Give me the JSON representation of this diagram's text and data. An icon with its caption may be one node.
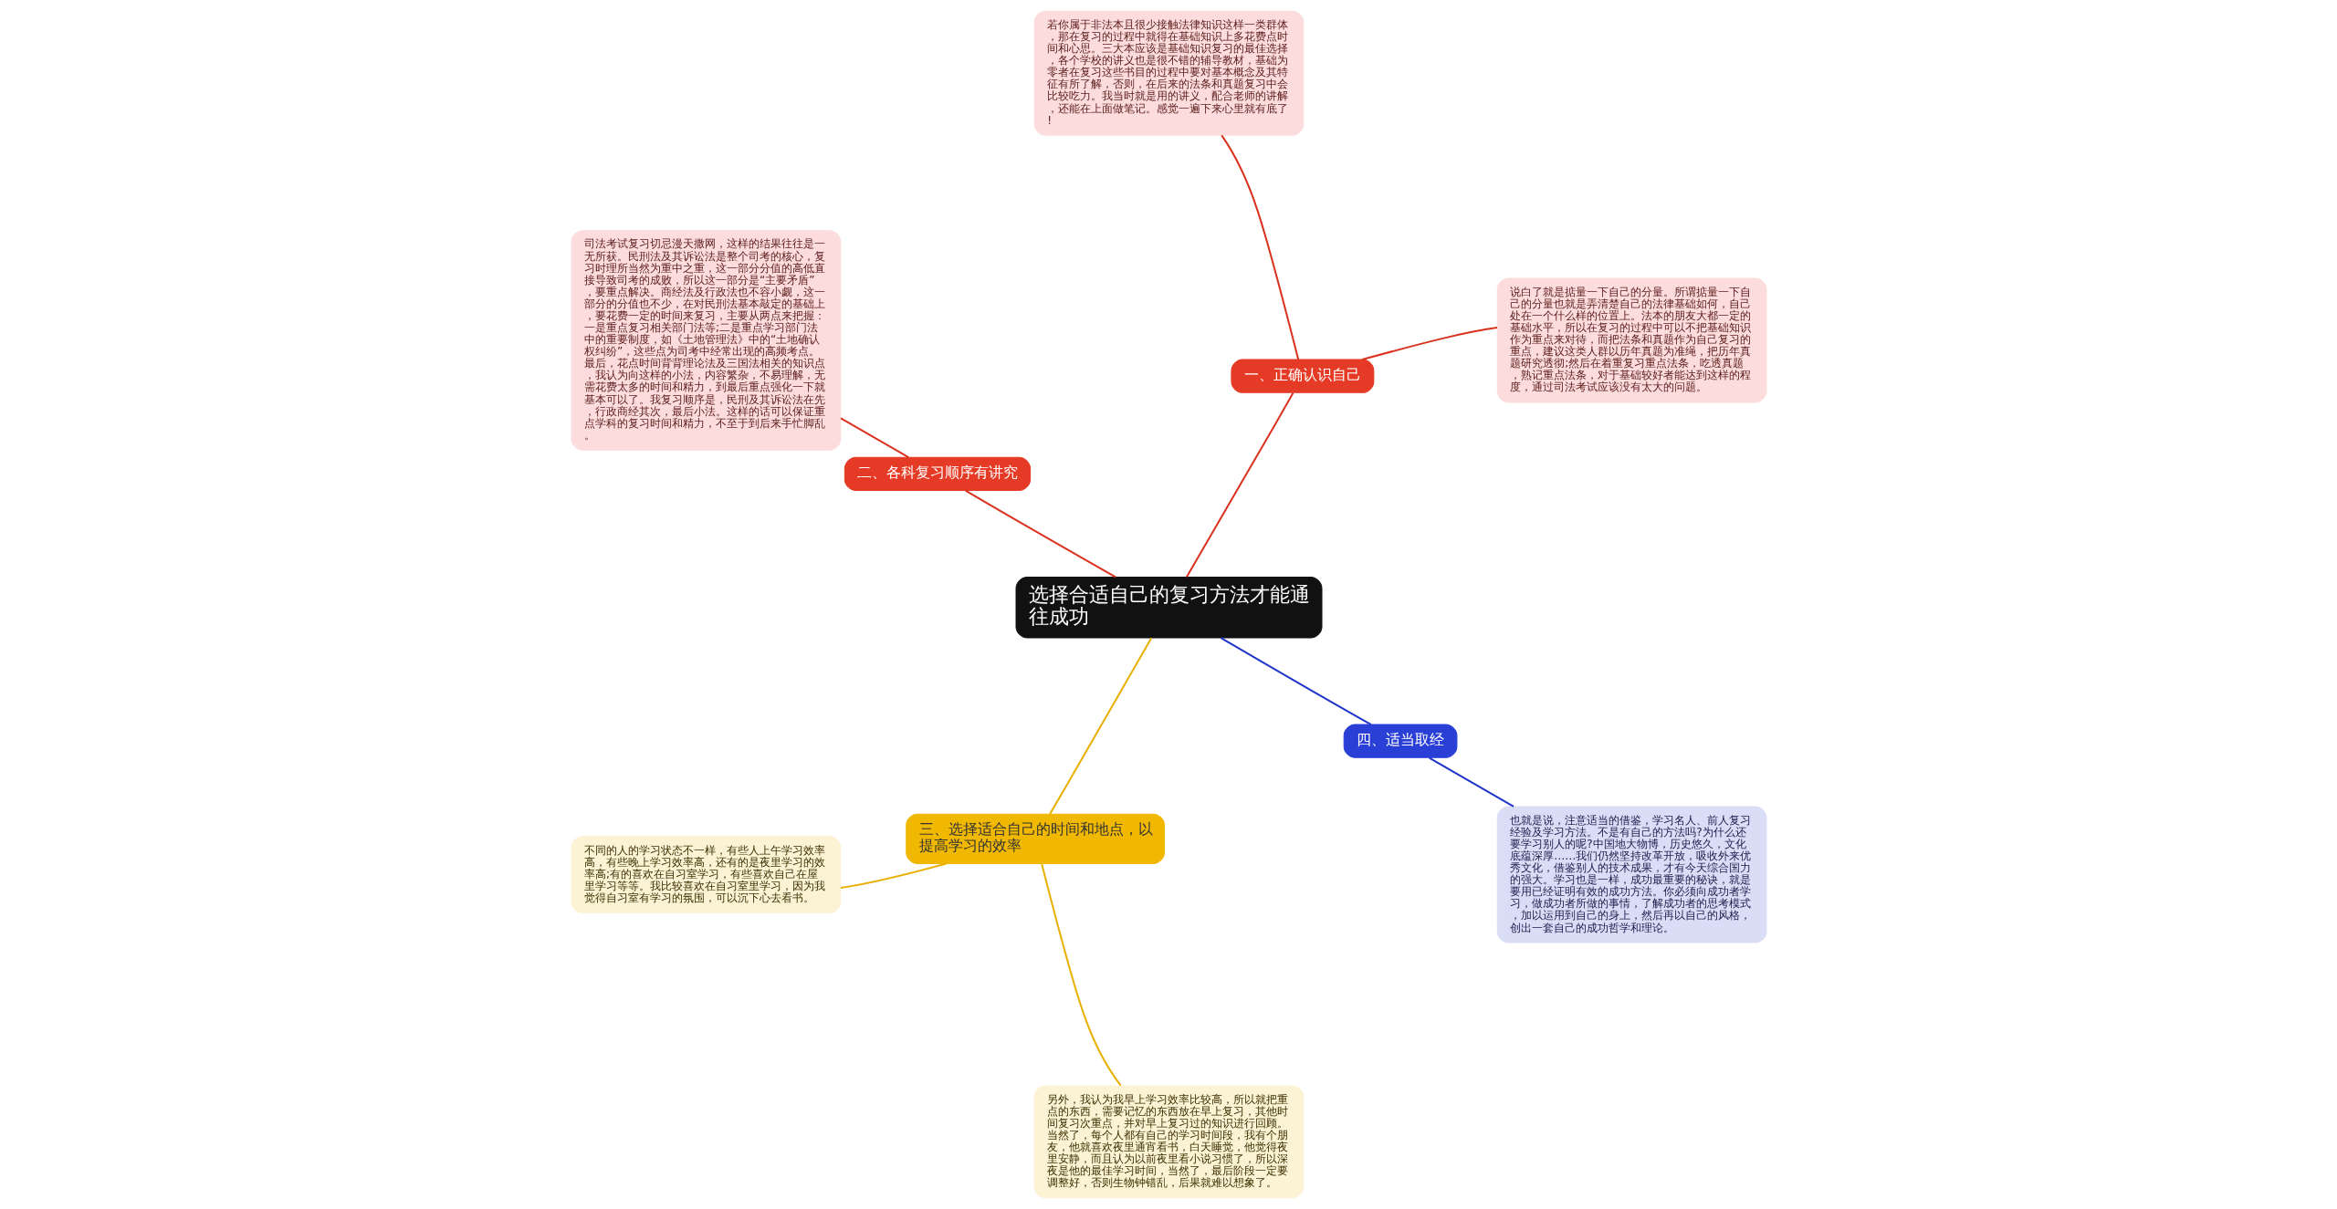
{
  "diagram": {
    "nodes": [
      {
        "text": [
          "选择合适自己的复习方法才能通往成功"
        ]
      },
      {
        "text": [
          "一、正确认识自己"
        ]
      },
      {
        "text": [
          "说白了就是掂量一下自己的分量。所谓掂量一下自己的分量也就是弄清楚自己的法律基础如何，自己处在一个什么样的位置上。法本的朋友大都一定的基础水平，所以在复习的过程中可以不把基础知识作为重点来对待，而把法条和真题作为自己复习的重点，建议这类人群以历年真题为准绳，把历年真题研究透彻;然后在着重复习重点法条，吃透真题，熟记重点法条，对于基础较好者能达到这样的程度，通过司法考试应该没有太大的问题。"
        ]
      },
      {
        "text": [
          "若你属于非法本且很少接触法律知识这样一类群体，那在复习的过程中就得在基础知识上多花费点时间和心思。三大本应该是基础知识复习的最佳选择，各个学校的讲义也是很不错的辅导教材，基础为零者在复习这些书目的过程中要对基本概念及其特征有所了解，否则，在后来的法条和真题复习中会比较吃力。我当时就是用的讲义，配合老师的讲解，还能在上面做笔记。感觉一遍下来心里就有底了!"
        ]
      },
      {
        "text": [
          "二、各科复习顺序有讲究"
        ]
      },
      {
        "text": [
          "司法考试复习切忌漫天撒网，这样的结果往往是一无所获。民刑法及其诉讼法是整个司考的核心，复习时理所当然为重中之重，这一部分分值的高低直接导致司考的成败，所以这一部分是“主要矛盾”，要重点解决。商经法及行政法也不容小觑，这一部分的分值也不少，在对民刑法基本敲定的基础上，要花费一定的时间来复习，主要从两点来把握：一是重点复习相关部门法等;二是重点学习部门法中的重要制度，如《土地管理法》中的“土地确认权纠纷”，这些点为司考中经常出现的高频考点。最后，花点时间背背理论法及三国法相关的知识点，我认为向这样的小法，内容繁杂，不易理解，无需花费太多的时间和精力，到最后重点强化一下就基本可以了。我复习顺序是，民刑及其诉讼法在先，行政商经其次，最后小法。这样的话可以保证重点学科的复习时间和精力，不至于到后来手忙脚乱。"
        ]
      },
      {
        "text": [
          "三、选择适合自己的时间和地点，以提高学习的效率"
        ]
      },
      {
        "text": [
          "不同的人的学习状态不一样，有些人上午学习效率高，有些晚上学习效率高，还有的是夜里学习的效率高;有的喜欢在自习室学习，有些喜欢自己在屋里学习等等。我比较喜欢在自习室里学习，因为我觉得自习室有学习的氛围，可以沉下心去看书。"
        ]
      },
      {
        "text": [
          "另外，我认为我早上学习效率比较高，所以就把重点的东西，需要记忆的东西放在早上复习，其他时间复习次重点，并对早上复习过的知识进行回顾。当然了，每个人都有自己的学习时间段，我有个朋友，他就喜欢夜里通宵看书，白天睡觉，他觉得夜里安静，而且认为以前夜里看小说习惯了，所以深夜是他的最佳学习时间，当然了，最后阶段一定要调整好，否则生物钟错乱，后果就难以想象了。"
        ]
      },
      {
        "text": [
          "四、适当取经"
        ]
      },
      {
        "text": [
          "也就是说，注意适当的借鉴，学习名人、前人复习经验及学习方法。不是有自己的方法吗?为什么还要学习别人的呢?中国地大物博，历史悠久，文化底蕴深厚……我们仍然坚持改革开放，吸收外来优秀文化，借鉴别人的技术成果，才有今天综合国力的强大。学习也是一样，成功最重要的秘诀，就是要用已经证明有效的成功方法。你必须向成功者学习，做成功者所做的事情，了解成功者的思考模式，加以运用到自己的身上，然后再以自己的风格，创出一套自己的成功哲学和理论。"
        ]
      }
    ],
    "edges": [
      {
        "from": 0,
        "to": 1,
        "arrow": "none",
        "color": "#d9321f"
      },
      {
        "from": 1,
        "to": 2,
        "arrow": "none",
        "color": "#d9321f"
      },
      {
        "from": 1,
        "to": 3,
        "arrow": "none",
        "color": "#d9321f"
      },
      {
        "from": 0,
        "to": 4,
        "arrow": "none",
        "color": "#d9321f"
      },
      {
        "from": 4,
        "to": 5,
        "arrow": "none",
        "color": "#d9321f"
      },
      {
        "from": 0,
        "to": 6,
        "arrow": "none",
        "color": "#e8b000"
      },
      {
        "from": 6,
        "to": 7,
        "arrow": "none",
        "color": "#e8b000"
      },
      {
        "from": 6,
        "to": 8,
        "arrow": "none",
        "color": "#e8b000"
      },
      {
        "from": 0,
        "to": 9,
        "arrow": "none",
        "color": "#1f35c8"
      },
      {
        "from": 9,
        "to": 10,
        "arrow": "none",
        "color": "#1f35c8"
      }
    ]
  }
}
